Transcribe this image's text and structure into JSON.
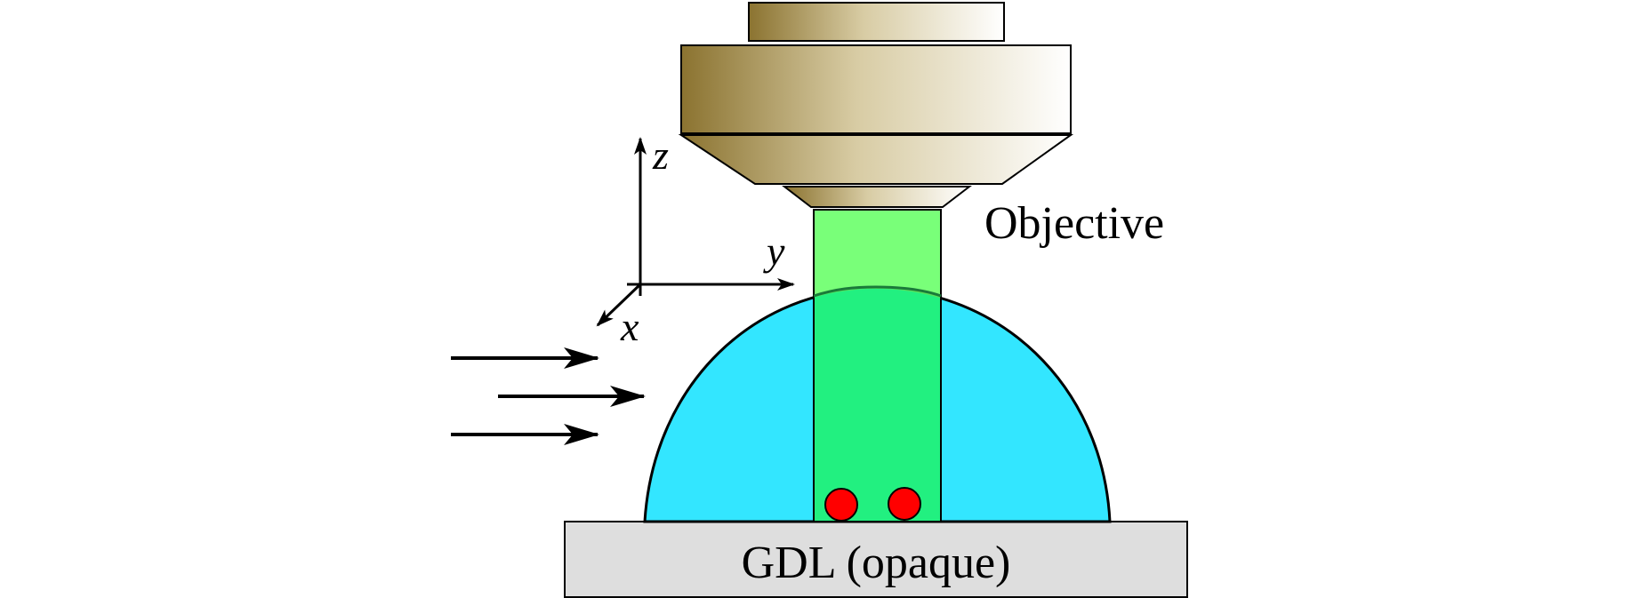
{
  "labels": {
    "objective": "Objective",
    "gdl": "GDL (opaque)"
  },
  "axes": {
    "z": "z",
    "y": "y",
    "x": "x"
  },
  "flow_arrows": {
    "count": 3
  },
  "particles": {
    "count": 2
  },
  "colors": {
    "objective_dark": "#8b7330",
    "objective_light": "#ffffff",
    "light_beam": "#66ff66",
    "droplet": "#33e6ff",
    "beam_in_droplet": "#22f080",
    "particle": "#ff0000",
    "gdl": "#dedede",
    "outline": "#000000"
  }
}
